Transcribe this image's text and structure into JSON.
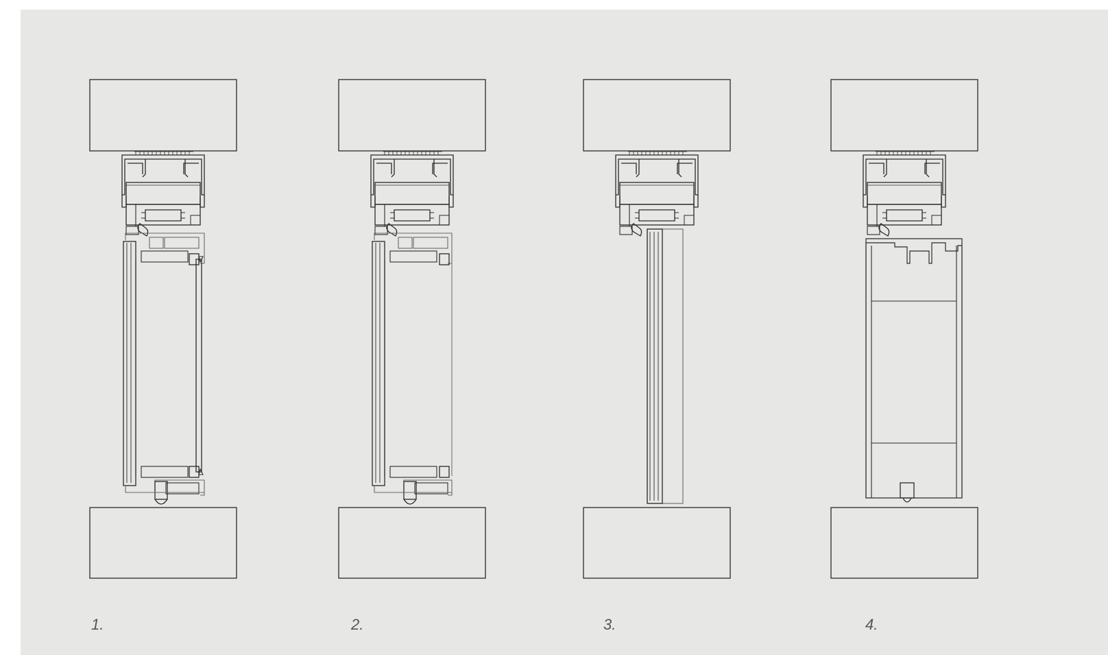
{
  "colors": {
    "background": "#e7e7e6",
    "line": "#2b2b2b",
    "light_line": "#6a6a6a",
    "label": "#555555"
  },
  "sections": [
    {
      "label": "1.",
      "variant": "double-gasket-sash"
    },
    {
      "label": "2.",
      "variant": "single-gasket-sash"
    },
    {
      "label": "3.",
      "variant": "fixed-glazing"
    },
    {
      "label": "4.",
      "variant": "panel-infill"
    }
  ]
}
